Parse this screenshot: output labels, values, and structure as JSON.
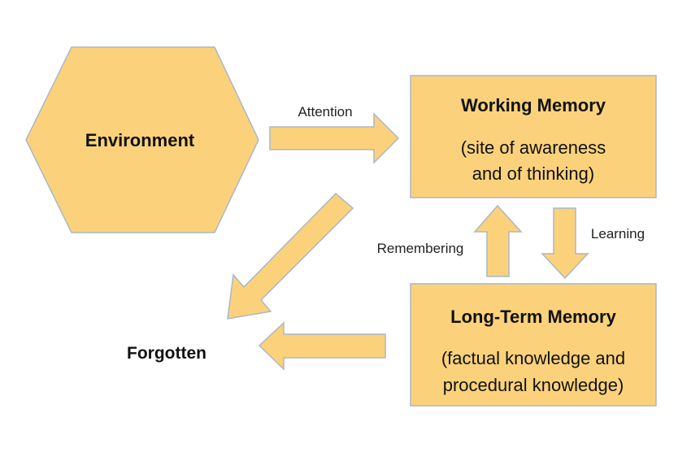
{
  "colors": {
    "fill": "#fbd27b",
    "outline": "#aab7c7",
    "text": "#111111"
  },
  "environment": {
    "title": "Environment"
  },
  "working_memory": {
    "title": "Working Memory",
    "description_line1": "(site of awareness",
    "description_line2": "and of thinking)"
  },
  "long_term_memory": {
    "title": "Long-Term Memory",
    "description_line1": "(factual knowledge and",
    "description_line2": "procedural knowledge)"
  },
  "forgotten": {
    "title": "Forgotten"
  },
  "arrows": {
    "attention": "Attention",
    "learning": "Learning",
    "remembering": "Remembering"
  }
}
